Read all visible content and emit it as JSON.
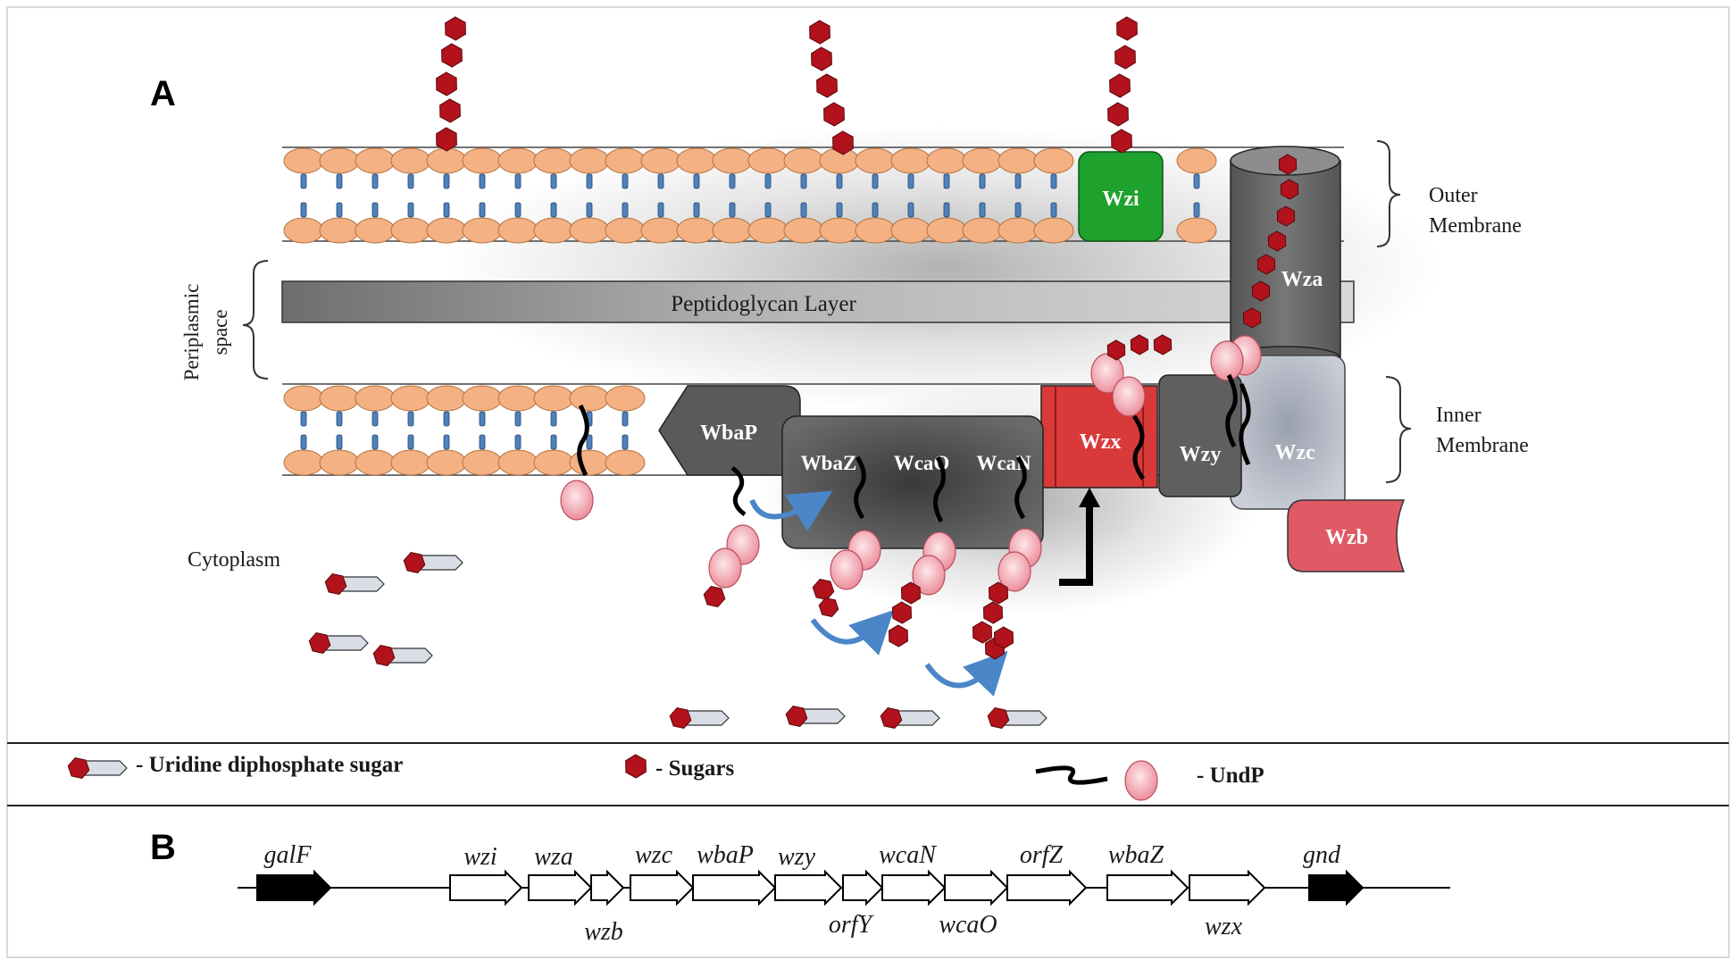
{
  "panels": {
    "a": "A",
    "b": "B"
  },
  "labels": {
    "outer_membrane": [
      "Outer",
      "Membrane"
    ],
    "inner_membrane": [
      "Inner",
      "Membrane"
    ],
    "periplasmic": [
      "Periplasmic",
      "space"
    ],
    "peptidoglycan": "Peptidoglycan   Layer",
    "cytoplasm": "Cytoplasm"
  },
  "proteins": {
    "wzi": "Wzi",
    "wza": "Wza",
    "wzc": "Wzc",
    "wzb": "Wzb",
    "wzx": "Wzx",
    "wzy": "Wzy",
    "wbap": "WbaP",
    "wbaz": "WbaZ",
    "wcao": "WcaO",
    "wcan": "WcaN"
  },
  "legend": {
    "udp_sugar": "- Uridine diphosphate sugar",
    "sugars": "- Sugars",
    "undp": "- UndP"
  },
  "genes": {
    "galf": "galF",
    "wzi": "wzi",
    "wza": "wza",
    "wzb": "wzb",
    "wzc": "wzc",
    "wbap": "wbaP",
    "wzy": "wzy",
    "orfy": "orfY",
    "wcan": "wcaN",
    "wcao": "wcaO",
    "orfz": "orfZ",
    "wbaz": "wbaZ",
    "wzx": "wzx",
    "gnd": "gnd"
  },
  "colors": {
    "lipid_head": "#f4b183",
    "lipid_tail": "#4f81bd",
    "sugar": "#b2121b",
    "undp_head": "#f7a8b1",
    "wzi": "#1fa12e",
    "wzx": "#d83a3a",
    "wzb": "#e05a66",
    "enzyme": "#5a5a5a",
    "arrow": "#4a86c8"
  }
}
